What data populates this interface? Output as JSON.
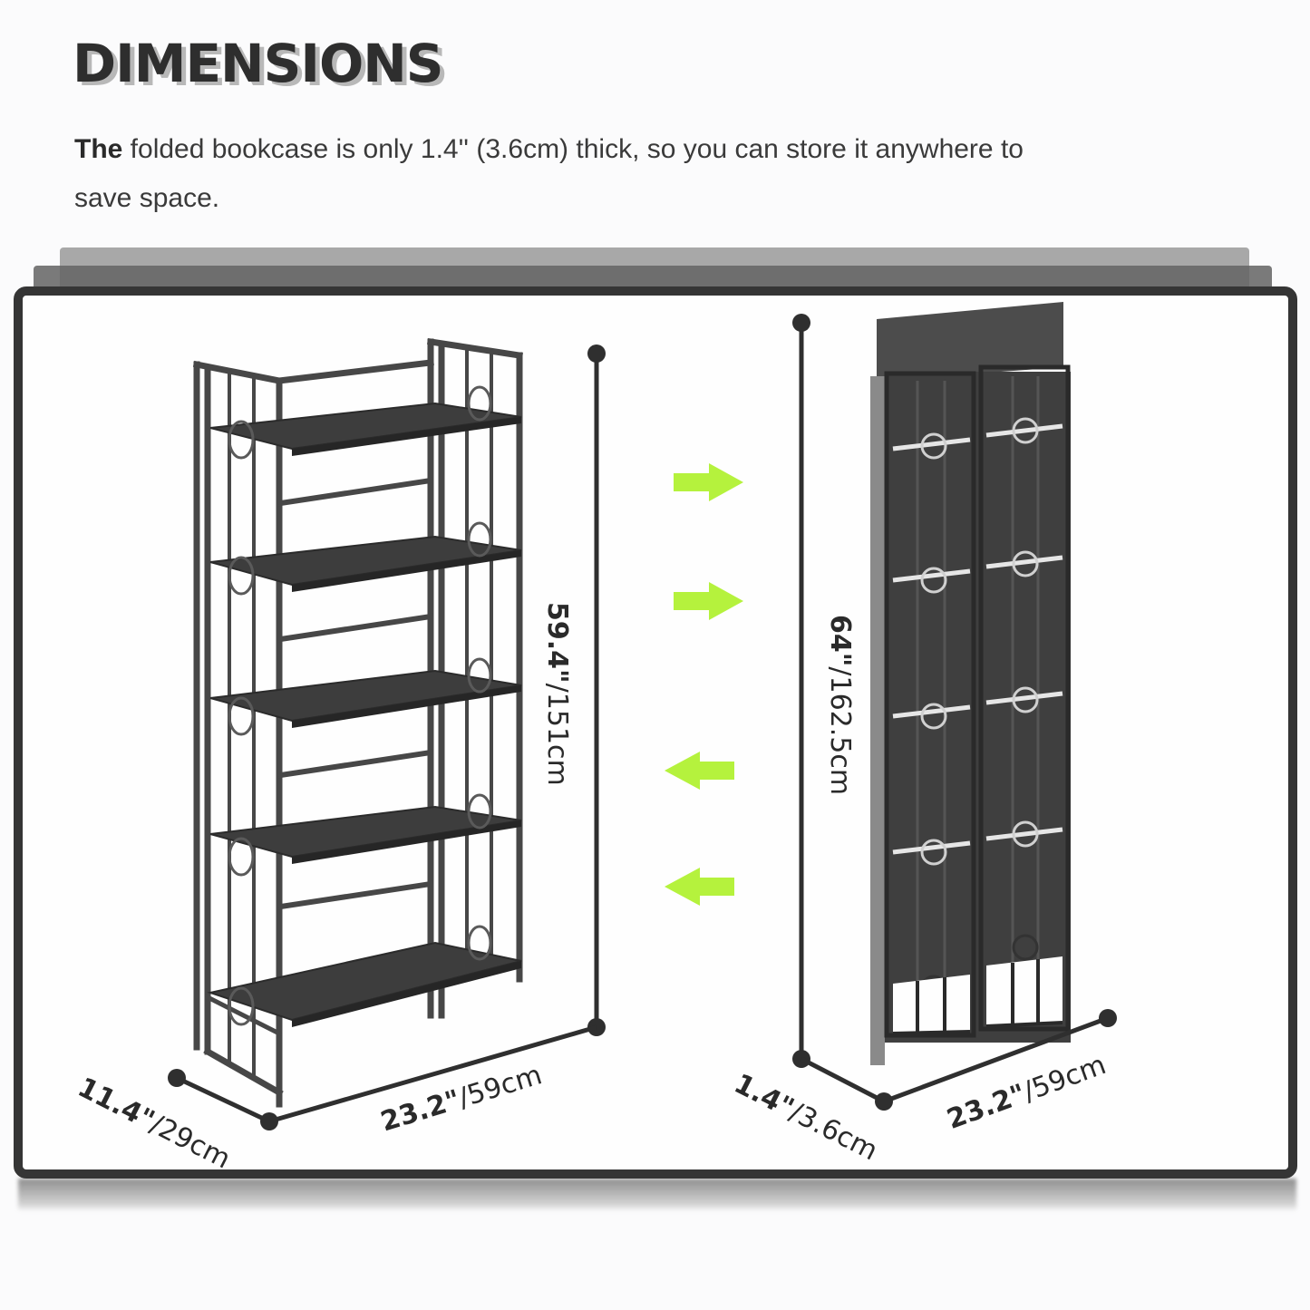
{
  "header": {
    "title": "DIMENSIONS",
    "subtitle_bold": "The",
    "subtitle_rest": " folded bookcase is only 1.4'' (3.6cm) thick, so you can store it anywhere to save space."
  },
  "unfolded": {
    "height": {
      "in": "59.4\"",
      "cm": "/151cm"
    },
    "width": {
      "in": "23.2\"",
      "cm": "/59cm"
    },
    "depth": {
      "in": "11.4\"",
      "cm": "/29cm"
    },
    "shelves": 5
  },
  "folded": {
    "height": {
      "in": "64\"",
      "cm": "/162.5cm"
    },
    "width": {
      "in": "23.2\"",
      "cm": "/59cm"
    },
    "depth": {
      "in": "1.4\"",
      "cm": "/3.6cm"
    }
  },
  "arrows": [
    {
      "direction": "right"
    },
    {
      "direction": "right"
    },
    {
      "direction": "left"
    },
    {
      "direction": "left"
    }
  ],
  "colors": {
    "accent_arrow": "#b5f23d",
    "frame": "#353535",
    "metal": "#4a4a4a",
    "text": "#2e2e2e"
  }
}
